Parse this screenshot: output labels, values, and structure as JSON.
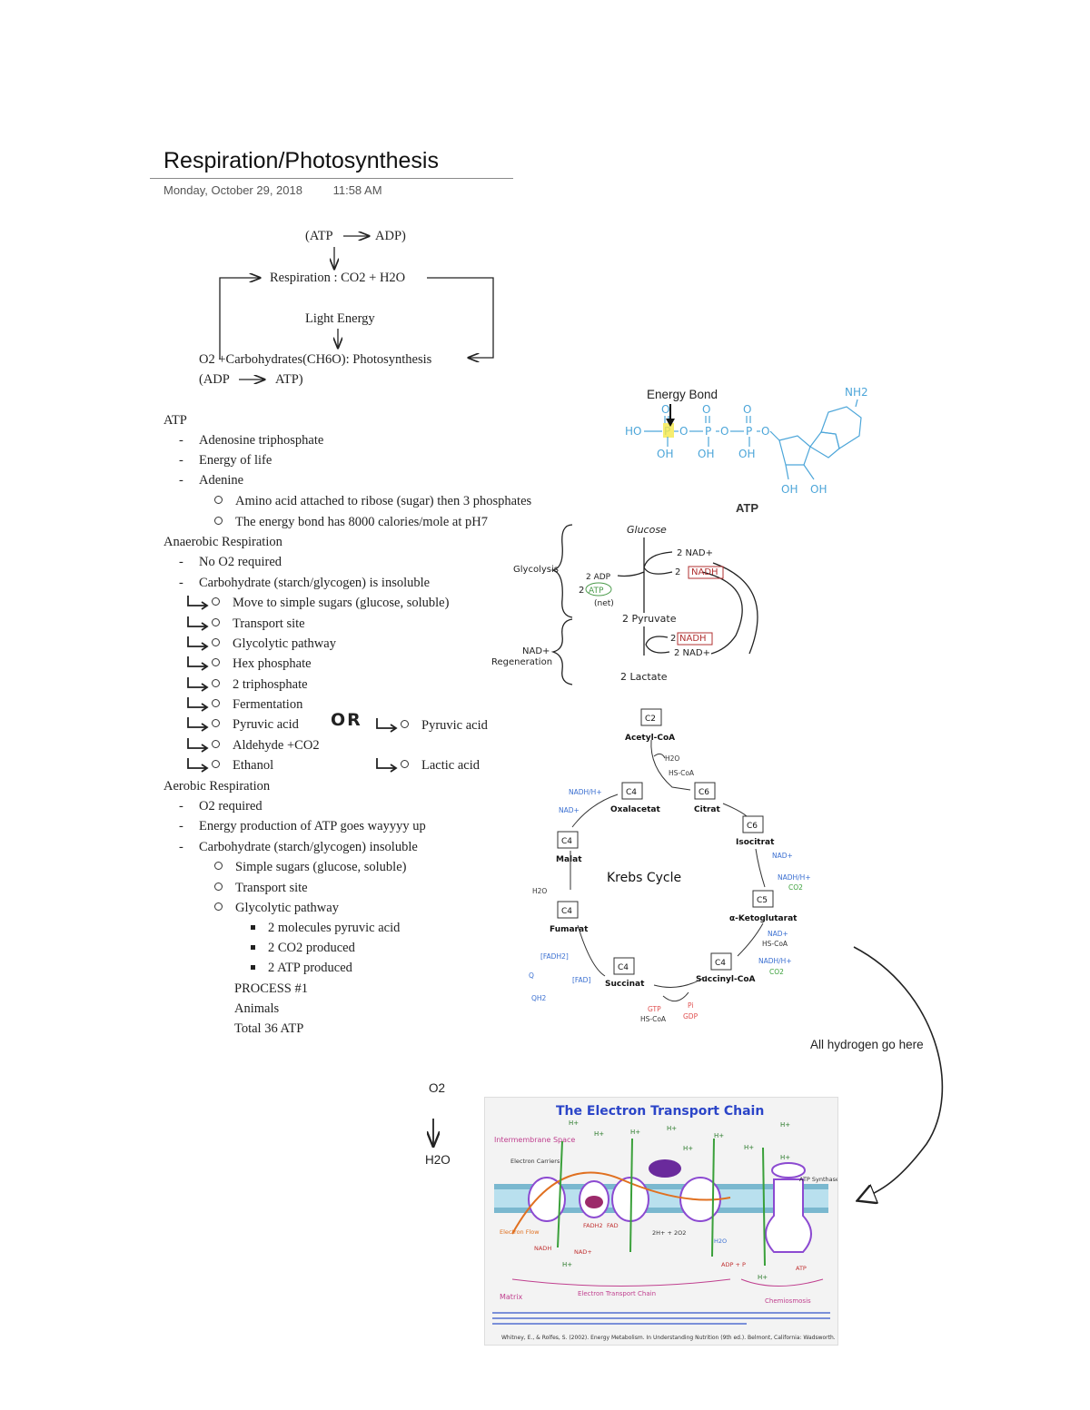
{
  "header": {
    "title": "Respiration/Photosynthesis",
    "date": "Monday, October 29, 2018",
    "time": "11:58 AM"
  },
  "cycle": {
    "atp_adp_top": [
      "(ATP",
      "ADP)"
    ],
    "respiration": "Respiration : CO2 + H2O",
    "light": "Light Energy",
    "photo": "O2 +Carbohydrates(CH6O): Photosynthesis",
    "adp_atp_bottom": [
      "(ADP",
      "ATP)"
    ]
  },
  "atp_section": {
    "heading": "ATP",
    "items": [
      "Adenosine triphosphate",
      "Energy of life",
      "Adenine"
    ],
    "subitems": [
      "Amino acid attached to ribose (sugar) then 3 phosphates",
      "The energy bond has 8000 calories/mole at pH7"
    ]
  },
  "anaerobic": {
    "heading": "Anaerobic Respiration",
    "items": [
      "No O2 required",
      "Carbohydrate (starch/glycogen) is insoluble"
    ],
    "steps": [
      "Move to simple sugars (glucose, soluble)",
      "Transport site",
      "Glycolytic pathway",
      "Hex phosphate",
      "2 triphosphate",
      "Fermentation",
      "Pyruvic acid",
      "Aldehyde +CO2",
      "Ethanol"
    ],
    "or_label": "OR",
    "alt_steps": [
      "Pyruvic acid",
      "Lactic acid"
    ]
  },
  "aerobic": {
    "heading": "Aerobic Respiration",
    "items": [
      "O2 required",
      "Energy production of ATP goes wayyyy up",
      "Carbohydrate (starch/glycogen) insoluble"
    ],
    "subitems": [
      "Simple sugars (glucose, soluble)",
      "Transport site",
      "Glycolytic pathway"
    ],
    "glyco_items": [
      "2 molecules pyruvic acid",
      "2 CO2 produced",
      "2 ATP produced"
    ],
    "notes": [
      "PROCESS #1",
      "Animals",
      "Total 36 ATP"
    ]
  },
  "atp_structure": {
    "annotation": "Energy Bond",
    "caption": "ATP",
    "nh2": "NH2",
    "groups": [
      "HO",
      "P",
      "O",
      "P",
      "O",
      "P",
      "O"
    ],
    "oh_labels": [
      "OH",
      "OH",
      "OH",
      "OH",
      "OH"
    ],
    "o_labels": [
      "O",
      "O",
      "O"
    ]
  },
  "glycolysis": {
    "glucose": "Glucose",
    "glycolysis": "Glycolysis",
    "two_adp": "2 ADP",
    "two_atp": [
      "2",
      "ATP"
    ],
    "net": "(net)",
    "nad_in": "2 NAD+",
    "nadh_out": [
      "2",
      "NADH"
    ],
    "pyruvate": "2 Pyruvate",
    "nad_regen": [
      "NAD+",
      "Regeneration"
    ],
    "nadh_in": [
      "2",
      "NADH"
    ],
    "nad_out": "2 NAD+",
    "lactate": "2 Lactate"
  },
  "krebs": {
    "title": "Krebs Cycle",
    "nodes": [
      {
        "box": "C2",
        "name": "Acetyl-CoA"
      },
      {
        "box": "C6",
        "name": "Citrat"
      },
      {
        "box": "C6",
        "name": "Isocitrat"
      },
      {
        "box": "C5",
        "name": "α-Ketoglutarat"
      },
      {
        "box": "C4",
        "name": "Succinyl-CoA"
      },
      {
        "box": "C4",
        "name": "Succinat"
      },
      {
        "box": "C4",
        "name": "Fumarat"
      },
      {
        "box": "C4",
        "name": "Malat"
      },
      {
        "box": "C4",
        "name": "Oxalacetat"
      }
    ],
    "labels": {
      "h2o_top": "H2O",
      "hscoa_top": "HS-CoA",
      "nadh_left": "NADH/H+",
      "nad_left": "NAD+",
      "nad_right1": "NAD+",
      "nadh_right1": "NADH/H+",
      "co2_right1": "CO2",
      "nad_right2": "NAD+",
      "hscoa_right2": "HS-CoA",
      "nadh_right2": "NADH/H+",
      "co2_right2": "CO2",
      "gtp": "GTP",
      "pi": "Pi",
      "hscoa_bottom": "HS-CoA",
      "gdp": "GDP",
      "fadh2": "[FADH2]",
      "fad": "[FAD]",
      "q": "Q",
      "qh2": "QH2",
      "h2o_left": "H2O"
    }
  },
  "hydrogen_note": "All hydrogen go here",
  "o2_to_h2o": [
    "O2",
    "H2O"
  ],
  "etc": {
    "title": "The Electron Transport Chain",
    "intermembrane": "Intermembrane Space",
    "matrix": "Matrix",
    "etc_label": "Electron Transport Chain",
    "chemiosmosis": "Chemiosmosis",
    "electron_carriers": "Electron Carriers",
    "atp_synthase": "ATP Synthase",
    "electron_flow": "Electron Flow",
    "nadh": "NADH",
    "nad": "NAD+",
    "fadh2": "FADH2",
    "fad": "FAD",
    "water_eq": "2H+ + 2O2",
    "h2o": "H2O",
    "adp_p": "ADP + P",
    "atp": "ATP",
    "h_plus": "H+",
    "citation": "Whitney, E., & Rolfes, S. (2002). Energy Metabolism. In Understanding Nutrition (9th ed.). Belmont, California: Wadsworth."
  }
}
